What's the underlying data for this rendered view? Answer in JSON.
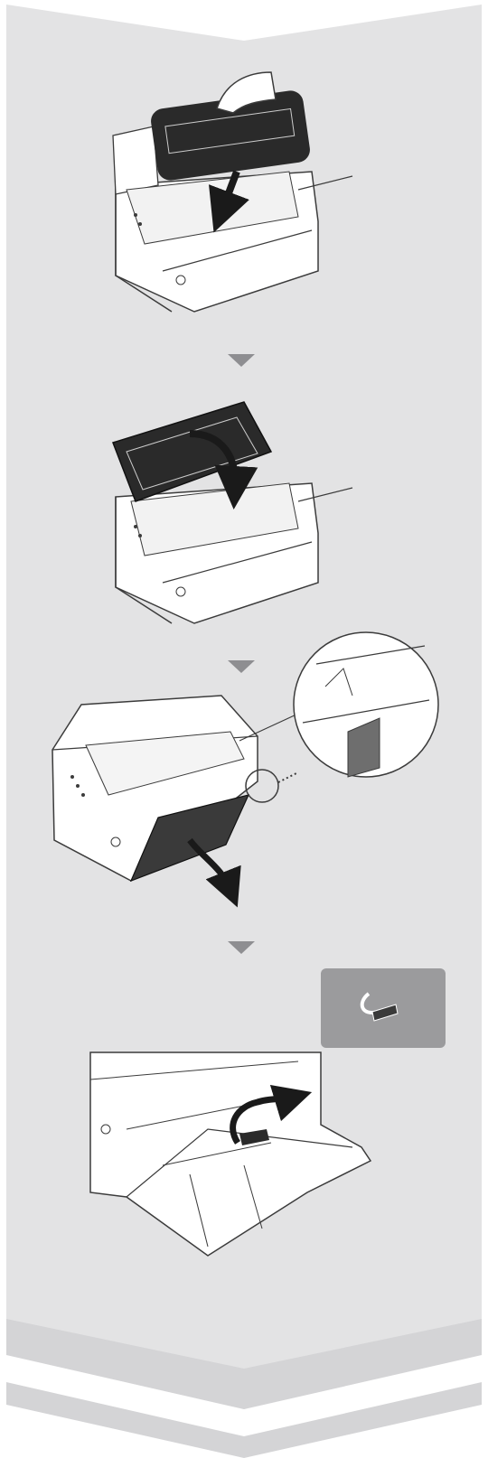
{
  "page": {
    "colors": {
      "panel": "#e3e3e4",
      "panel_light": "#ebebec",
      "chevron": "#d2d2d4",
      "arrow": "#8e8e91",
      "line": "#3b3b3b",
      "printer_fill": "#ffffff",
      "dark_part": "#2a2a2a",
      "callout_bg": "#9b9b9d"
    }
  },
  "steps": [
    {
      "id": "insert-toner-cartridge",
      "icon": "toner-cartridge-insert-illustration"
    },
    {
      "id": "close-toner-cover",
      "icon": "close-cover-illustration"
    },
    {
      "id": "open-paper-tray-cover",
      "icon": "open-tray-illustration"
    },
    {
      "id": "remove-packing-tape",
      "icon": "remove-tape-illustration"
    }
  ],
  "callout": {
    "icon": "tape-icon"
  }
}
